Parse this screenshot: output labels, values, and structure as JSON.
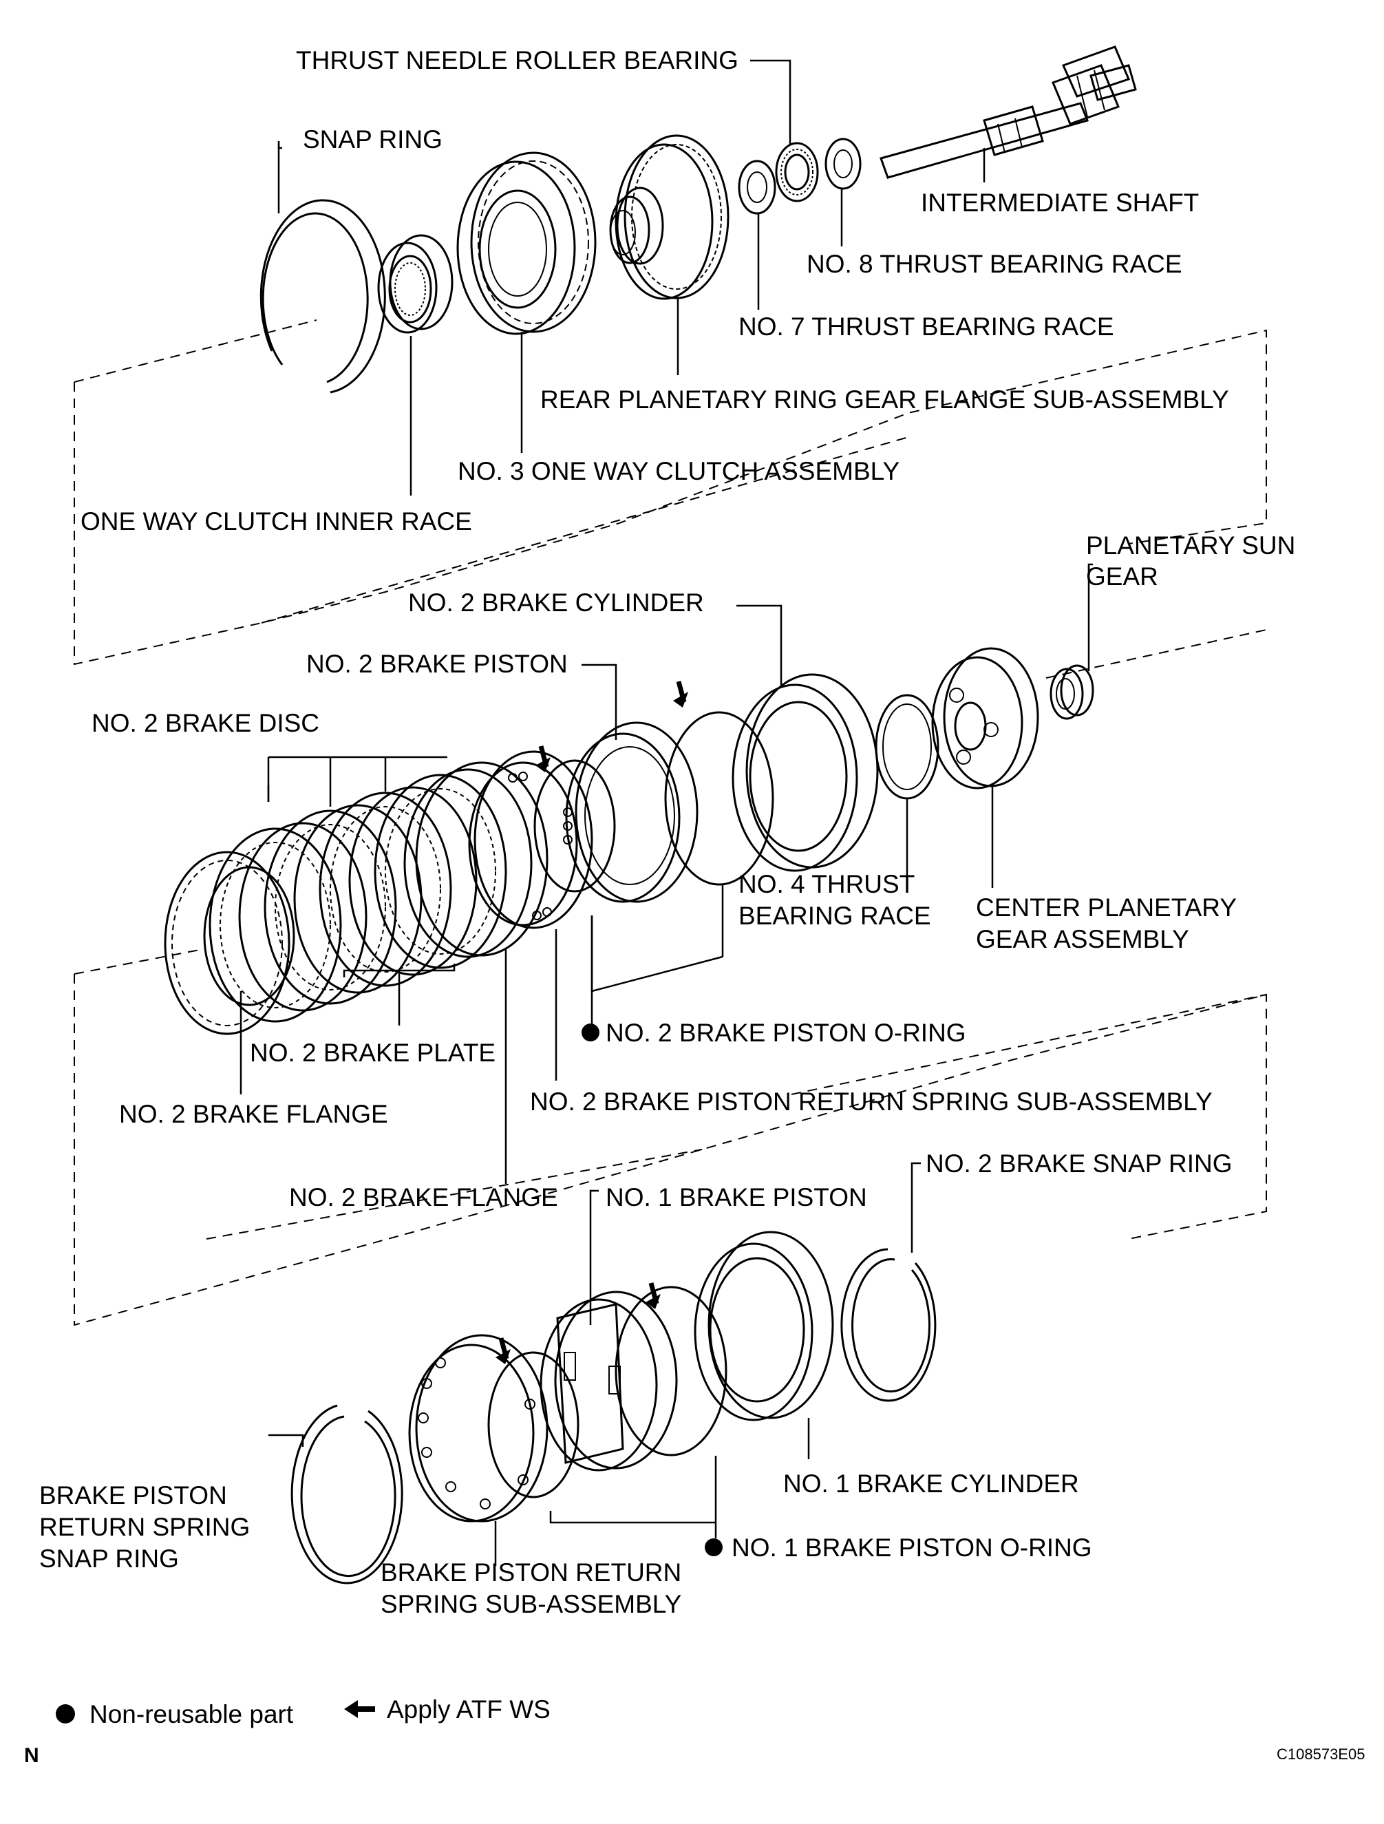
{
  "labels": {
    "thrust_needle_roller_bearing": "THRUST NEEDLE ROLLER BEARING",
    "snap_ring": "SNAP RING",
    "intermediate_shaft": "INTERMEDIATE SHAFT",
    "no8_thrust_bearing_race": "NO. 8 THRUST BEARING RACE",
    "no7_thrust_bearing_race": "NO. 7 THRUST BEARING RACE",
    "rear_planetary_ring_gear": "REAR PLANETARY RING GEAR FLANGE SUB-ASSEMBLY",
    "no3_one_way_clutch": "NO. 3 ONE WAY CLUTCH ASSEMBLY",
    "one_way_clutch_inner_race": "ONE WAY CLUTCH INNER RACE",
    "planetary_sun_gear_1": "PLANETARY SUN",
    "planetary_sun_gear_2": "GEAR",
    "no2_brake_cylinder": "NO. 2 BRAKE CYLINDER",
    "no2_brake_piston": "NO. 2 BRAKE PISTON",
    "no2_brake_disc": "NO. 2 BRAKE DISC",
    "no4_thrust_bearing_race_1": "NO. 4 THRUST",
    "no4_thrust_bearing_race_2": "BEARING RACE",
    "center_planetary_gear_1": "CENTER PLANETARY",
    "center_planetary_gear_2": "GEAR ASSEMBLY",
    "no2_brake_piston_oring": "NO. 2 BRAKE PISTON O-RING",
    "no2_brake_plate": "NO. 2 BRAKE PLATE",
    "no2_brake_flange_a": "NO. 2 BRAKE FLANGE",
    "no2_brake_piston_return_spring": "NO. 2 BRAKE PISTON RETURN SPRING SUB-ASSEMBLY",
    "no2_brake_snap_ring": "NO. 2 BRAKE SNAP RING",
    "no2_brake_flange_b": "NO. 2 BRAKE FLANGE",
    "no1_brake_piston": "NO. 1 BRAKE PISTON",
    "no1_brake_cylinder": "NO. 1 BRAKE CYLINDER",
    "brake_piston_return_spring_snap_ring_1": "BRAKE PISTON",
    "brake_piston_return_spring_snap_ring_2": "RETURN SPRING",
    "brake_piston_return_spring_snap_ring_3": "SNAP RING",
    "no1_brake_piston_oring": "NO. 1 BRAKE PISTON O-RING",
    "brake_piston_return_spring_sub_1": "BRAKE PISTON RETURN",
    "brake_piston_return_spring_sub_2": "SPRING SUB-ASSEMBLY"
  },
  "legend": {
    "non_reusable": "Non-reusable part",
    "apply_atf": "Apply ATF WS"
  },
  "corner_left": "N",
  "corner_right": "C108573E05"
}
